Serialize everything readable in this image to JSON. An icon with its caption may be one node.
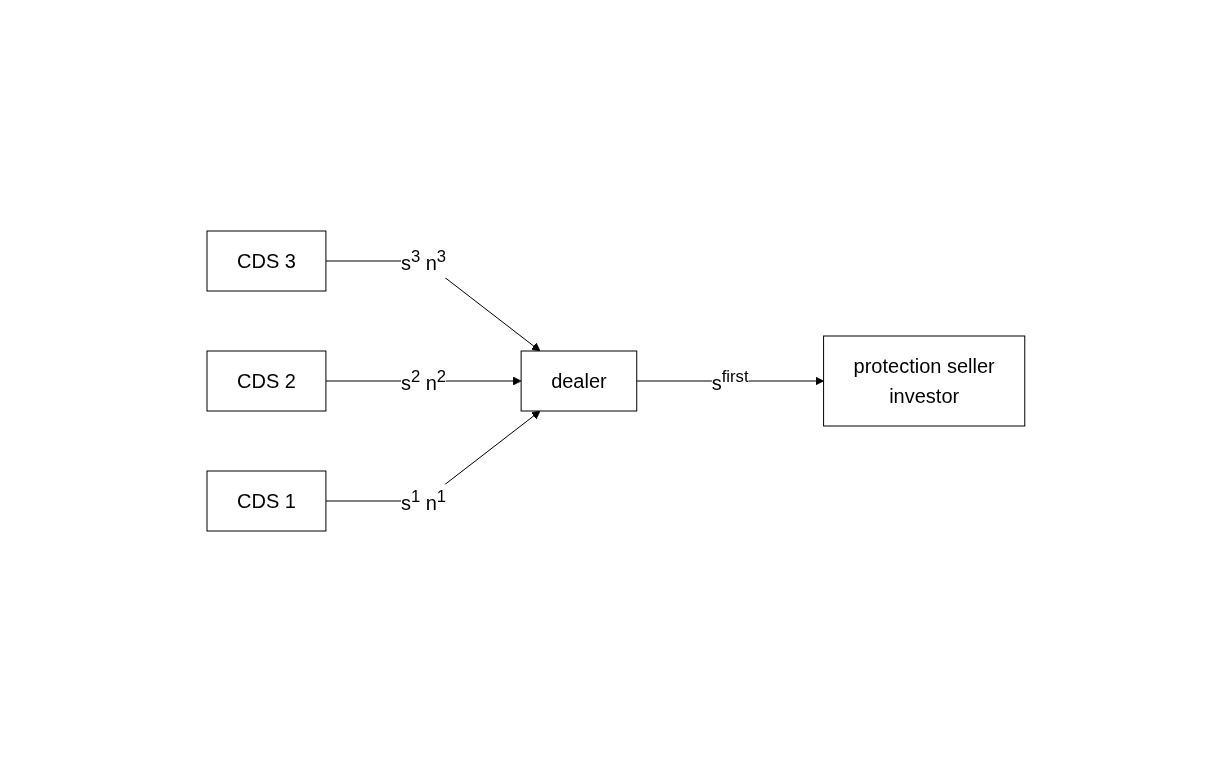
{
  "diagram": {
    "nodes": [
      {
        "text": [
          "CDS 3"
        ]
      },
      {
        "text": [
          "CDS 2"
        ]
      },
      {
        "text": [
          "CDS 1"
        ]
      },
      {
        "text": [
          "dealer"
        ]
      },
      {
        "text": [
          "protection seller",
          "investor"
        ]
      }
    ],
    "edges": [
      {
        "from": 0,
        "to": 3,
        "label": "s$^{3}$ n$^{3}$",
        "arrow": "to"
      },
      {
        "from": 1,
        "to": 3,
        "label": "s$^{2}$ n$^{2}$",
        "arrow": "to"
      },
      {
        "from": 2,
        "to": 3,
        "label": "s$^{1}$ n$^{1}$",
        "arrow": "to"
      },
      {
        "from": 3,
        "to": 4,
        "label": "s$^{first}$",
        "arrow": "to"
      }
    ]
  }
}
